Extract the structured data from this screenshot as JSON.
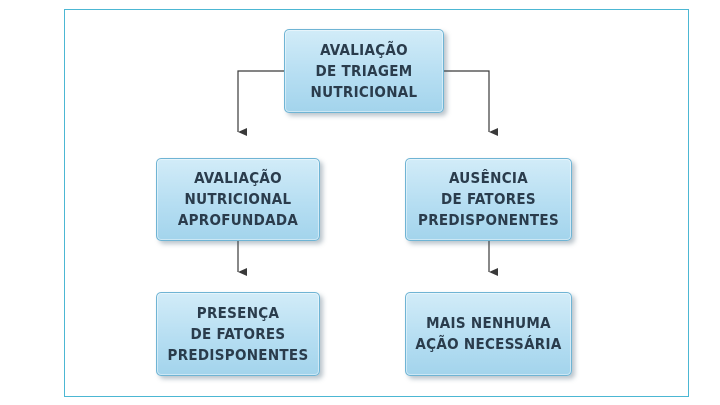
{
  "diagram": {
    "nodes": {
      "root": "AVALIAÇÃO\nDE TRIAGEM\nNUTRICIONAL",
      "deep_assessment": "AVALIAÇÃO\nNUTRICIONAL\nAPROFUNDADA",
      "absence": "AUSÊNCIA\nDE FATORES\nPREDISPONENTES",
      "presence": "PRESENÇA\nDE FATORES\nPREDISPONENTES",
      "no_action": "MAIS NENHUMA\nAÇÃO NECESSÁRIA"
    },
    "edges": [
      {
        "from": "root",
        "to": "deep_assessment"
      },
      {
        "from": "root",
        "to": "absence"
      },
      {
        "from": "deep_assessment",
        "to": "presence"
      },
      {
        "from": "absence",
        "to": "no_action"
      }
    ],
    "colors": {
      "frame_border": "#4cb7d3",
      "box_fill": "#b6def2",
      "box_border": "#6fb4d4",
      "text": "#2a3c4c",
      "arrow": "#3a3a3a"
    }
  }
}
